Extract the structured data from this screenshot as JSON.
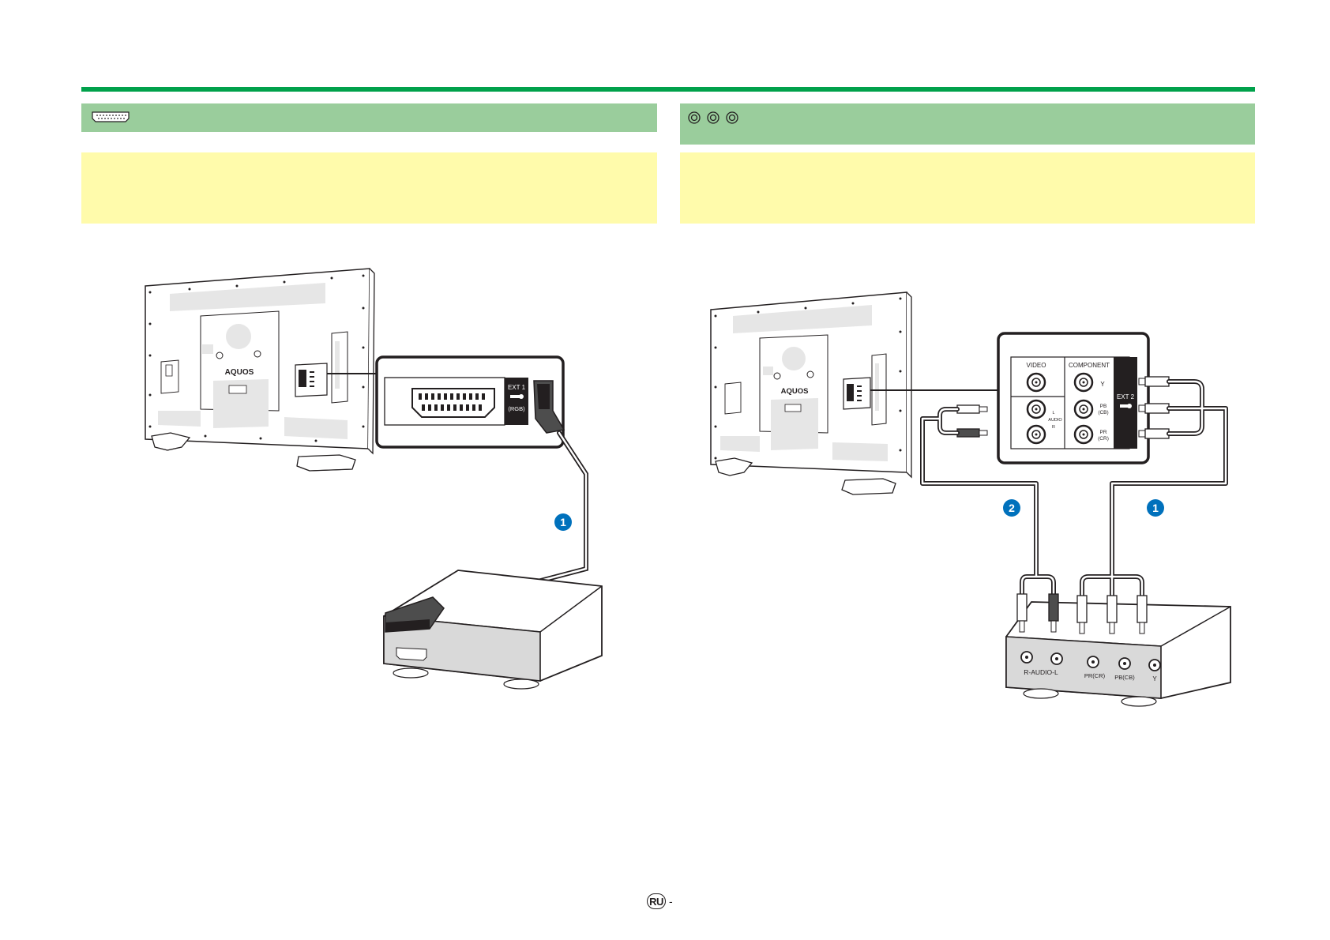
{
  "colors": {
    "rule": "#00a14b",
    "section_bar": "#9acd9c",
    "note_box": "#fffbab",
    "line": "#231f20",
    "badge": "#0071bc",
    "tv_fill": "#ffffff",
    "tv_panel": "#e6e6e6",
    "device_front": "#d9d9d9"
  },
  "icons": {
    "left_section": "scart-icon",
    "right_section": "rca-component-icon"
  },
  "left_diagram": {
    "tv_brand": "AQUOS",
    "port_label_line1": "EXT 1",
    "port_label_line2": "(RGB)",
    "cable_number": "1"
  },
  "right_diagram": {
    "tv_brand": "AQUOS",
    "panel": {
      "video": "VIDEO",
      "component": "COMPONENT",
      "y": "Y",
      "pb_line1": "PB",
      "pb_line2": "(CB)",
      "pr_line1": "PR",
      "pr_line2": "(CR)",
      "audio_l": "L",
      "audio": "AUDIO",
      "audio_r": "R",
      "ext": "EXT 2"
    },
    "cable_number_audio": "2",
    "cable_number_component": "1",
    "device": {
      "audio_label": "R-AUDIO-L",
      "pr_label": "PR(CR)",
      "pb_label": "PB(CB)",
      "y_label": "Y"
    }
  },
  "footer": {
    "language_badge": "RU",
    "page_separator": "-"
  }
}
